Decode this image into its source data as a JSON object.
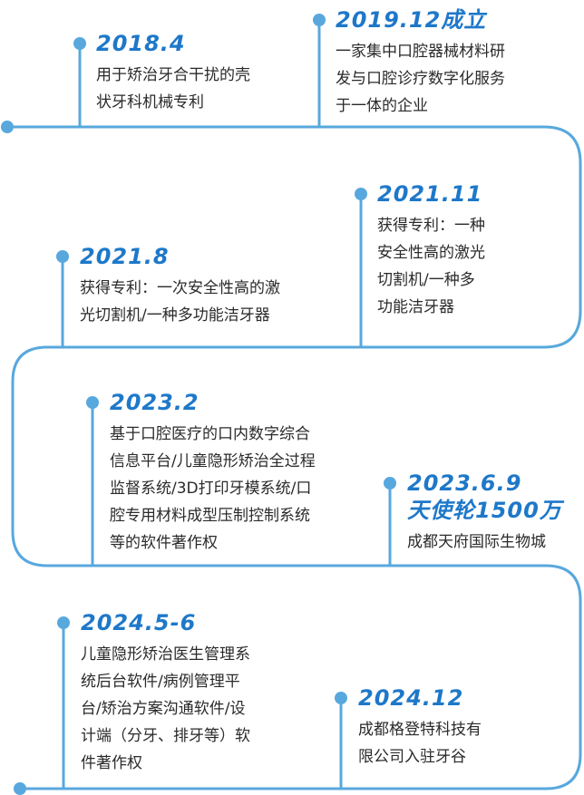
{
  "colors": {
    "line": "#58a8de",
    "dot": "#58a8de",
    "date": "#1e78c9",
    "text": "#2a2a2a"
  },
  "events": [
    {
      "date": "2018.4",
      "lines": [
        "用于矫治牙合干扰的壳",
        "状牙科机械专利"
      ]
    },
    {
      "date": "2019.12成立",
      "lines": [
        "一家集中口腔器械材料研",
        "发与口腔诊疗数字化服务",
        "于一体的企业"
      ]
    },
    {
      "date": "2021.8",
      "lines": [
        "获得专利：一次安全性高的激",
        "光切割机/一种多功能洁牙器"
      ]
    },
    {
      "date": "2021.11",
      "lines": [
        "获得专利：一种",
        "安全性高的激光",
        "切割机/一种多",
        "功能洁牙器"
      ]
    },
    {
      "date": "2023.2",
      "lines": [
        "基于口腔医疗的口内数字综合",
        "信息平台/儿童隐形矫治全过程",
        "监督系统/3D打印牙模系统/口",
        "腔专用材料成型压制控制系统",
        "等的软件著作权"
      ]
    },
    {
      "date": "2023.6.9",
      "date2": "天使轮1500万",
      "lines": [
        "成都天府国际生物城"
      ]
    },
    {
      "date": "2024.5-6",
      "lines": [
        "儿童隐形矫治医生管理系",
        "统后台软件/病例管理平",
        "台/矫治方案沟通软件/设",
        "计端（分牙、排牙等）软",
        "件著作权"
      ]
    },
    {
      "date": "2024.12",
      "lines": [
        "成都格登特科技有",
        "限公司入驻牙谷"
      ]
    }
  ]
}
